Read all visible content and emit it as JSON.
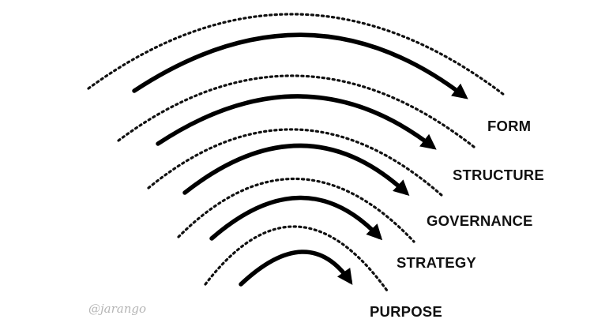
{
  "layers": [
    {
      "label": "FORM"
    },
    {
      "label": "STRUCTURE"
    },
    {
      "label": "GOVERNANCE"
    },
    {
      "label": "STRATEGY"
    },
    {
      "label": "PURPOSE"
    }
  ],
  "signature": "@jarango",
  "colors": {
    "ink": "#000000",
    "signature": "#b5b5b5",
    "background": "#ffffff"
  }
}
